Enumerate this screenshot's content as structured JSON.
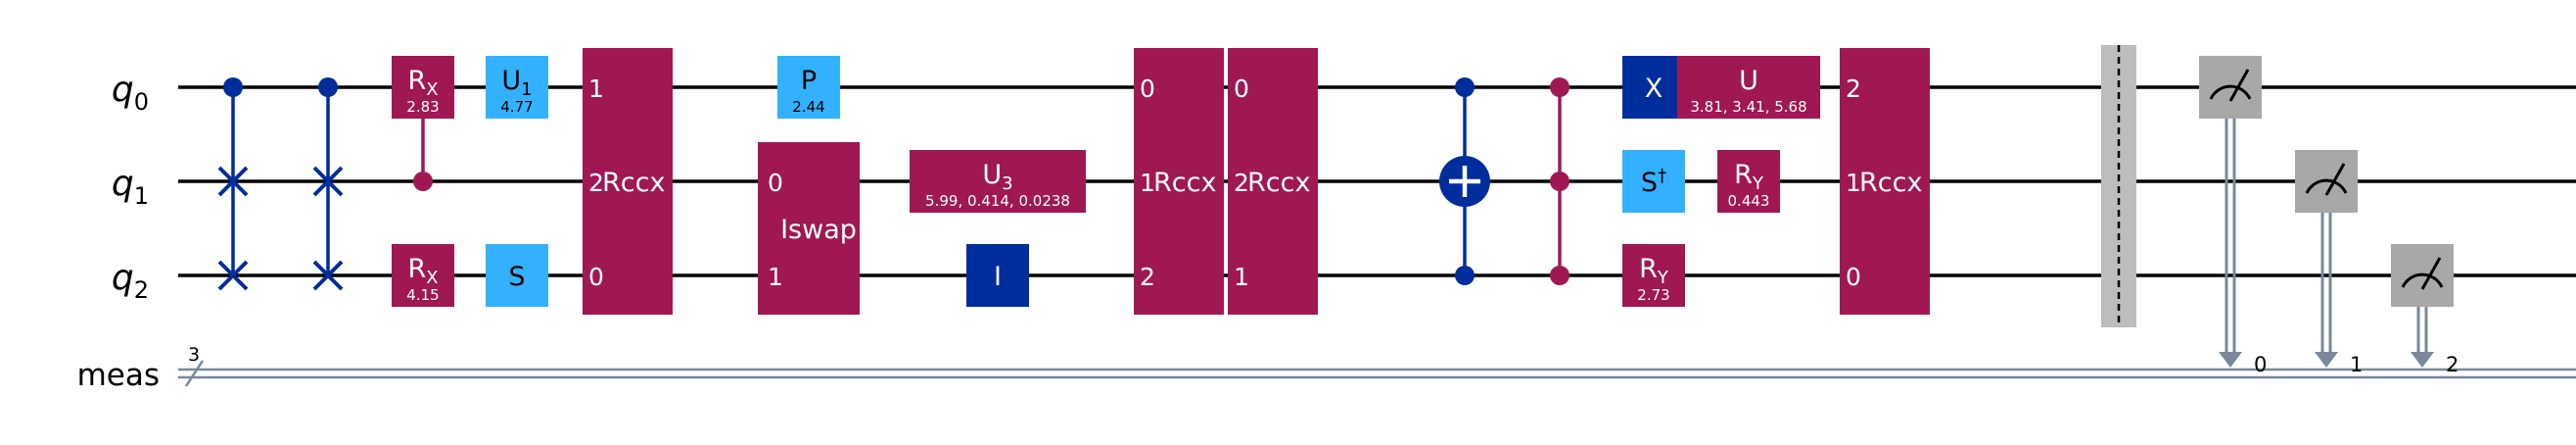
{
  "circuit": {
    "qubits": [
      {
        "name": "q",
        "sub": "0"
      },
      {
        "name": "q",
        "sub": "1"
      },
      {
        "name": "q",
        "sub": "2"
      }
    ],
    "classical": {
      "label": "meas",
      "width": "3"
    },
    "colors": {
      "wire": "#000000",
      "classical_wire": "#778899",
      "magenta": "#9f1853",
      "light_blue": "#33b1ff",
      "dark_blue": "#002d9c",
      "barrier": "#bdbdbd",
      "measure": "#a8a8a8",
      "text_light": "#ffffff",
      "text_dark": "#000000"
    },
    "gates": [
      {
        "kind": "swap",
        "id": "swap-1",
        "control": 0,
        "targets": [
          1,
          2
        ]
      },
      {
        "kind": "swap",
        "id": "swap-2",
        "control": 0,
        "targets": [
          1,
          2
        ]
      },
      {
        "kind": "single",
        "id": "rx-q0",
        "qubit": 0,
        "base": "R",
        "sub": "X",
        "param": "2.83",
        "color": "magenta"
      },
      {
        "kind": "ctrl_dot",
        "id": "rx-control-q1",
        "qubit": 1,
        "to": 0
      },
      {
        "kind": "single",
        "id": "rx-q2",
        "qubit": 2,
        "base": "R",
        "sub": "X",
        "param": "4.15",
        "color": "magenta"
      },
      {
        "kind": "single",
        "id": "u1-q0",
        "qubit": 0,
        "base": "U",
        "sub": "1",
        "param": "4.77",
        "color": "light_blue"
      },
      {
        "kind": "single",
        "id": "s-q2",
        "qubit": 2,
        "base": "S",
        "color": "light_blue"
      },
      {
        "kind": "multi",
        "id": "rccx-1",
        "label": "Rccx",
        "pins": [
          "1",
          "2",
          "0"
        ]
      },
      {
        "kind": "single",
        "id": "p-q0",
        "qubit": 0,
        "base": "P",
        "param": "2.44",
        "color": "light_blue"
      },
      {
        "kind": "iswap",
        "id": "iswap",
        "label": "Iswap",
        "pins": [
          "0",
          "1"
        ]
      },
      {
        "kind": "wide",
        "id": "u3-q1",
        "qubit": 1,
        "base": "U",
        "sub": "3",
        "param": "5.99, 0.414, 0.0238",
        "color": "magenta"
      },
      {
        "kind": "single",
        "id": "i-q2",
        "qubit": 2,
        "base": "I",
        "color": "dark_blue"
      },
      {
        "kind": "multi",
        "id": "rccx-2",
        "label": "Rccx",
        "pins": [
          "0",
          "1",
          "2"
        ]
      },
      {
        "kind": "multi",
        "id": "rccx-3",
        "label": "Rccx",
        "pins": [
          "0",
          "2",
          "1"
        ]
      },
      {
        "kind": "cx",
        "id": "cx-q1",
        "target": 1,
        "controls": [
          0,
          2
        ]
      },
      {
        "kind": "ccz",
        "id": "ccz",
        "qubits": [
          0,
          1,
          2
        ]
      },
      {
        "kind": "single",
        "id": "x-q0",
        "qubit": 0,
        "base": "X",
        "color": "dark_blue"
      },
      {
        "kind": "single",
        "id": "sdg-q1",
        "qubit": 1,
        "base": "S",
        "sup": "†",
        "color": "light_blue"
      },
      {
        "kind": "single",
        "id": "ry-q2",
        "qubit": 2,
        "base": "R",
        "sub": "Y",
        "param": "2.73",
        "color": "magenta"
      },
      {
        "kind": "wide",
        "id": "u-q0",
        "qubit": 0,
        "base": "U",
        "param": "3.81, 3.41, 5.68",
        "color": "magenta"
      },
      {
        "kind": "single",
        "id": "ry-q1",
        "qubit": 1,
        "base": "R",
        "sub": "Y",
        "param": "0.443",
        "color": "magenta"
      },
      {
        "kind": "multi",
        "id": "rccx-4",
        "label": "Rccx",
        "pins": [
          "2",
          "1",
          "0"
        ]
      },
      {
        "kind": "barrier",
        "id": "barrier"
      },
      {
        "kind": "measure",
        "id": "measure-q0",
        "qubit": 0,
        "bit": "0"
      },
      {
        "kind": "measure",
        "id": "measure-q1",
        "qubit": 1,
        "bit": "1"
      },
      {
        "kind": "measure",
        "id": "measure-q2",
        "qubit": 2,
        "bit": "2"
      }
    ]
  }
}
